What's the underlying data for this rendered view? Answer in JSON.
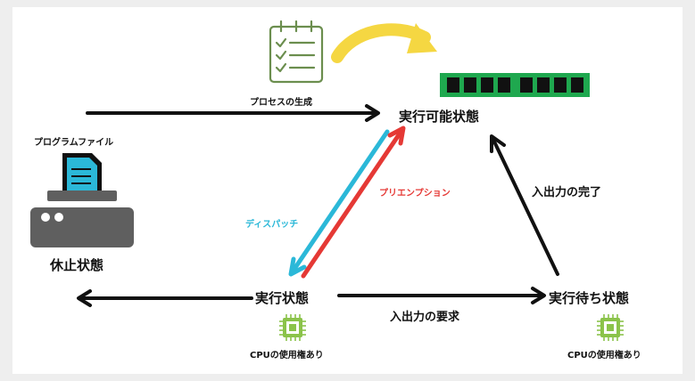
{
  "colors": {
    "arrow": "#111111",
    "dispatch": "#2bb8d8",
    "preemption": "#e53935",
    "ram": "#1fa84f",
    "cpu": "#8bc34a",
    "curve": "#f5d742",
    "doc": "#6b8e4e",
    "server": "#5f5f5f",
    "file": "#2bb8d8"
  },
  "icons": {
    "checklist": "checklist-icon",
    "memory": "memory-module-icon",
    "curve": "curved-arrow-icon",
    "file": "document-file-icon",
    "server": "server-icon",
    "cpu": "cpu-chip-icon"
  },
  "labels": {
    "process_creation": "プロセスの生成",
    "program_file": "プログラムファイル",
    "ready": "実行可能状態",
    "suspended": "休止状態",
    "running": "実行状態",
    "waiting": "実行待ち状態",
    "dispatch": "ディスパッチ",
    "preemption": "プリエンプション",
    "io_complete": "入出力の完了",
    "io_request": "入出力の要求",
    "cpu_use_running": "CPUの使用権あり",
    "cpu_use_waiting": "CPUの使用権あり"
  }
}
